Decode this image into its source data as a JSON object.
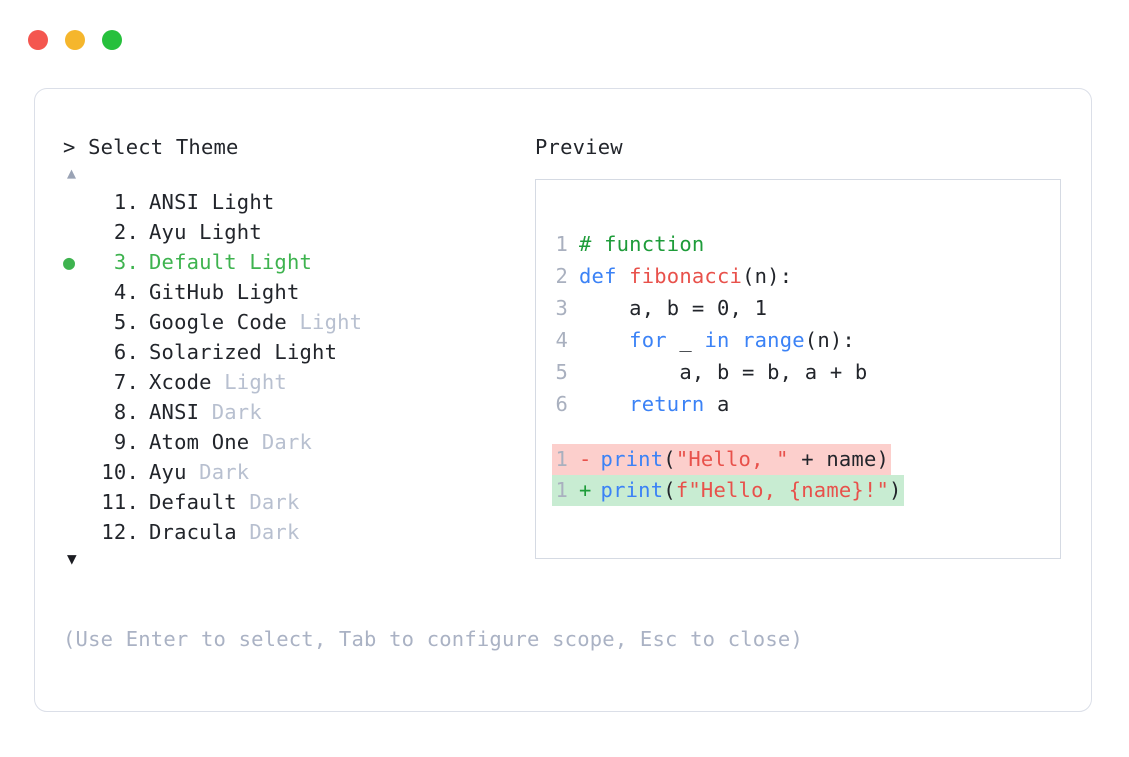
{
  "window": {
    "dots": [
      {
        "name": "close",
        "color": "#f4564f"
      },
      {
        "name": "minimize",
        "color": "#f5b62c"
      },
      {
        "name": "maximize",
        "color": "#26c03c"
      }
    ]
  },
  "left": {
    "prompt": "> Select Theme",
    "scroll_up_icon": "▲",
    "scroll_down_icon": "▼",
    "selected_index": 3,
    "bullet_glyph": "●",
    "themes": [
      {
        "num": "1.",
        "name": "ANSI",
        "variant": " Light",
        "variant_dim": false,
        "selected": false,
        "bullet": ""
      },
      {
        "num": "2.",
        "name": "Ayu",
        "variant": " Light",
        "variant_dim": false,
        "selected": false,
        "bullet": ""
      },
      {
        "num": "3.",
        "name": "Default",
        "variant": " Light",
        "variant_dim": false,
        "selected": true,
        "bullet": "●"
      },
      {
        "num": "4.",
        "name": "GitHub",
        "variant": " Light",
        "variant_dim": false,
        "selected": false,
        "bullet": ""
      },
      {
        "num": "5.",
        "name": "Google Code",
        "variant": " Light",
        "variant_dim": true,
        "selected": false,
        "bullet": ""
      },
      {
        "num": "6.",
        "name": "Solarized",
        "variant": " Light",
        "variant_dim": false,
        "selected": false,
        "bullet": ""
      },
      {
        "num": "7.",
        "name": "Xcode",
        "variant": " Light",
        "variant_dim": true,
        "selected": false,
        "bullet": ""
      },
      {
        "num": "8.",
        "name": "ANSI",
        "variant": " Dark",
        "variant_dim": true,
        "selected": false,
        "bullet": ""
      },
      {
        "num": "9.",
        "name": "Atom One",
        "variant": " Dark",
        "variant_dim": true,
        "selected": false,
        "bullet": ""
      },
      {
        "num": "10.",
        "name": "Ayu",
        "variant": " Dark",
        "variant_dim": true,
        "selected": false,
        "bullet": ""
      },
      {
        "num": "11.",
        "name": "Default",
        "variant": " Dark",
        "variant_dim": true,
        "selected": false,
        "bullet": ""
      },
      {
        "num": "12.",
        "name": "Dracula",
        "variant": " Dark",
        "variant_dim": true,
        "selected": false,
        "bullet": ""
      }
    ],
    "hint": "(Use Enter to select, Tab to configure scope, Esc to close)"
  },
  "right": {
    "label": "Preview",
    "code_lines": [
      {
        "ln": "1",
        "tokens": [
          {
            "t": "# function",
            "c": "tok-comment"
          }
        ]
      },
      {
        "ln": "2",
        "tokens": [
          {
            "t": "def ",
            "c": "tok-kw"
          },
          {
            "t": "fibonacci",
            "c": "tok-fn"
          },
          {
            "t": "(n):",
            "c": "tok-plain"
          }
        ]
      },
      {
        "ln": "3",
        "tokens": [
          {
            "t": "    a, b = 0, 1",
            "c": "tok-plain"
          }
        ]
      },
      {
        "ln": "4",
        "tokens": [
          {
            "t": "    ",
            "c": "tok-plain"
          },
          {
            "t": "for",
            "c": "tok-kw"
          },
          {
            "t": " _ ",
            "c": "tok-plain"
          },
          {
            "t": "in range",
            "c": "tok-kw"
          },
          {
            "t": "(n):",
            "c": "tok-plain"
          }
        ]
      },
      {
        "ln": "5",
        "tokens": [
          {
            "t": "        a, b = b, a + b",
            "c": "tok-plain"
          }
        ]
      },
      {
        "ln": "6",
        "tokens": [
          {
            "t": "    ",
            "c": "tok-plain"
          },
          {
            "t": "return",
            "c": "tok-kw"
          },
          {
            "t": " a",
            "c": "tok-plain"
          }
        ]
      }
    ],
    "diff_lines": [
      {
        "ln": "1",
        "sign": "-",
        "kind": "minus",
        "tokens": [
          {
            "t": "print",
            "c": "tok-kw"
          },
          {
            "t": "(",
            "c": "tok-plain"
          },
          {
            "t": "\"Hello, \"",
            "c": "tok-str"
          },
          {
            "t": " + name)",
            "c": "tok-plain"
          }
        ]
      },
      {
        "ln": "1",
        "sign": "+",
        "kind": "plus",
        "tokens": [
          {
            "t": "print",
            "c": "tok-kw"
          },
          {
            "t": "(",
            "c": "tok-plain"
          },
          {
            "t": "f\"Hello, {name}!\"",
            "c": "tok-str"
          },
          {
            "t": ")",
            "c": "tok-plain"
          }
        ]
      }
    ]
  },
  "colors": {
    "accent_green": "#3eb34f",
    "dim": "#b8c0d0",
    "text": "#22252b",
    "keyword": "#3b82f6",
    "string": "#e8514b",
    "comment": "#1e9c3a",
    "diff_add_bg": "#c8ecd2",
    "diff_del_bg": "#fccfcc"
  }
}
